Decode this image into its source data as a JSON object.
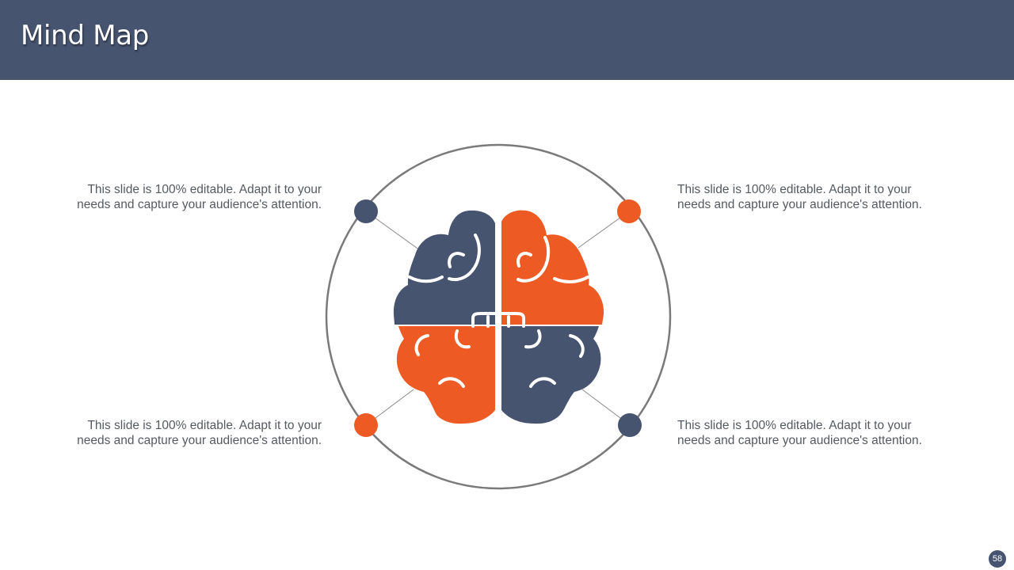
{
  "slide": {
    "title": "Mind Map",
    "page_number": "58"
  },
  "colors": {
    "header": "#475470",
    "navy": "#475470",
    "orange": "#EE5A24",
    "ring": "#7a7a7a",
    "text": "#555a60"
  },
  "icons": {
    "center": "brain-icon"
  },
  "notes": [
    {
      "position": "top-left",
      "text": "This slide is 100% editable. Adapt it to your needs and capture your audience's attention.",
      "color": "navy"
    },
    {
      "position": "top-right",
      "text": "This slide is 100% editable. Adapt it to your needs and capture your audience's attention.",
      "color": "orange"
    },
    {
      "position": "bottom-left",
      "text": "This slide is 100% editable. Adapt it to your needs and capture your audience's attention.",
      "color": "orange"
    },
    {
      "position": "bottom-right",
      "text": "This slide is 100% editable. Adapt it to your needs and capture your audience's attention.",
      "color": "navy"
    }
  ]
}
